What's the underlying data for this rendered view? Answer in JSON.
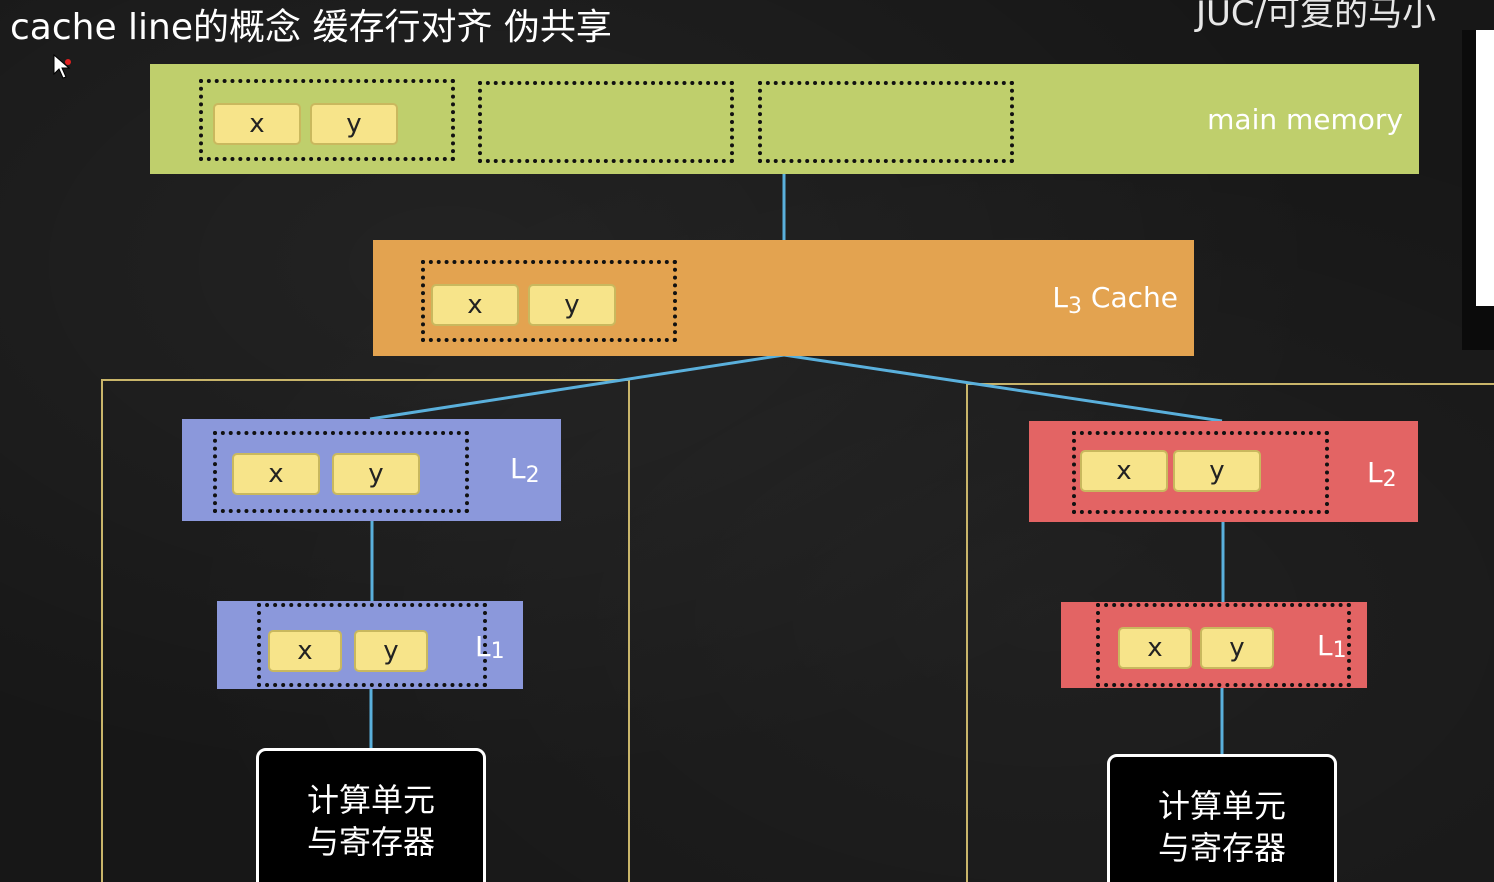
{
  "title": "cache line的概念 缓存行对齐 伪共享",
  "overlay_text": "JUC/可复的马小",
  "colors": {
    "background": "#171717",
    "main_memory": "#bfcf6c",
    "l3_cache": "#e3a350",
    "core_left": "#8b98db",
    "core_right": "#e36464",
    "cell": "#f7e48a",
    "wire": "#5ab0dc",
    "frame": "#c9b56a"
  },
  "main_memory": {
    "label": "main memory",
    "cache_lines": [
      {
        "cells": [
          "x",
          "y"
        ]
      },
      {
        "cells": []
      },
      {
        "cells": []
      }
    ]
  },
  "l3": {
    "label_prefix": "L",
    "label_sub": "3",
    "label_suffix": " Cache",
    "cells": [
      "x",
      "y"
    ]
  },
  "cores": [
    {
      "side": "left",
      "l2": {
        "label_prefix": "L",
        "label_sub": "2",
        "cells": [
          "x",
          "y"
        ]
      },
      "l1": {
        "label_prefix": "L",
        "label_sub": "1",
        "cells": [
          "x",
          "y"
        ]
      },
      "unit": {
        "line1": "计算单元",
        "line2": "与寄存器"
      }
    },
    {
      "side": "right",
      "l2": {
        "label_prefix": "L",
        "label_sub": "2",
        "cells": [
          "x",
          "y"
        ]
      },
      "l1": {
        "label_prefix": "L",
        "label_sub": "1",
        "cells": [
          "x",
          "y"
        ]
      },
      "unit": {
        "line1": "计算单元",
        "line2": "与寄存器"
      }
    }
  ]
}
